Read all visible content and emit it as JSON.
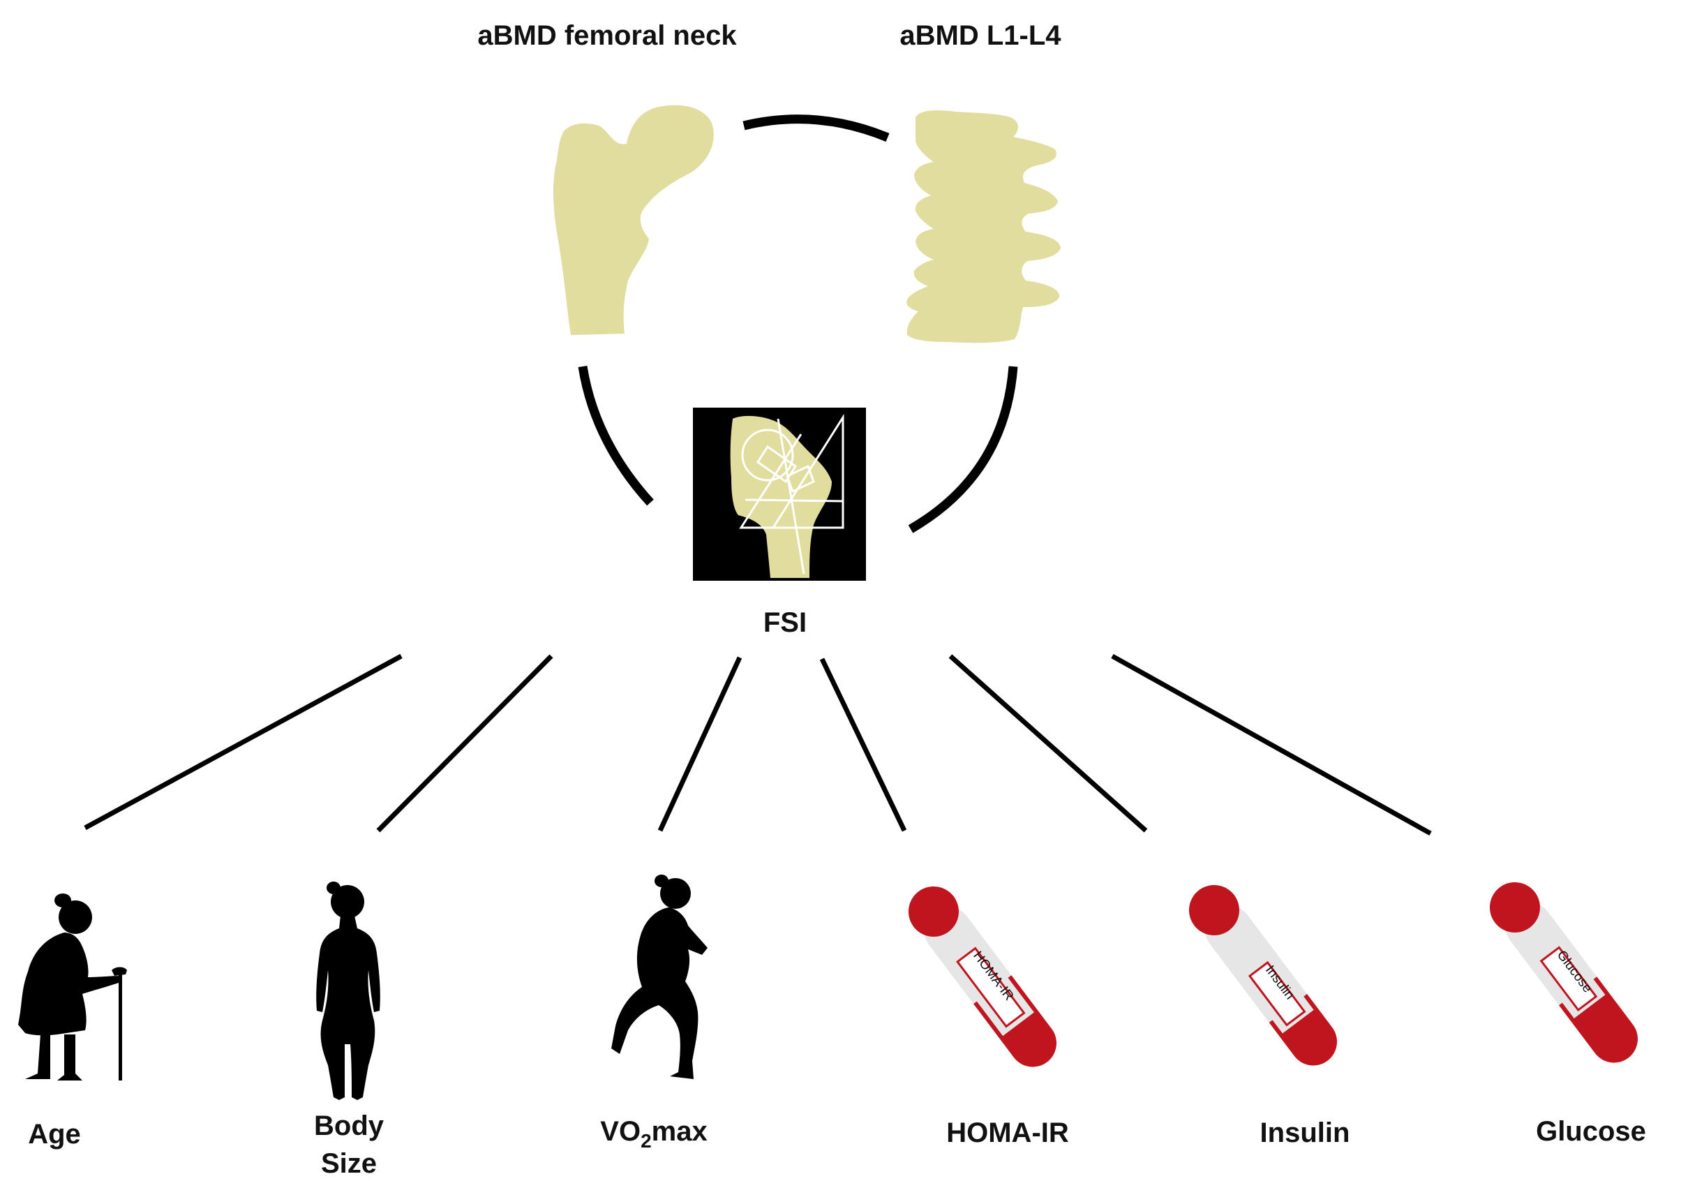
{
  "top_labels": {
    "femoral_neck": "aBMD femoral neck",
    "lumbar": "aBMD L1-L4"
  },
  "center_label": "FSI",
  "factors": {
    "age": "Age",
    "body": "Body",
    "size": "Size",
    "vo2_pre": "VO",
    "vo2_sub": "2",
    "vo2_post": "max",
    "homa": "HOMA-IR",
    "insulin": "Insulin",
    "glucose": "Glucose"
  },
  "tube_labels": {
    "homa": "HOMA-IR",
    "insulin": "Insulin",
    "glucose": "Glucose"
  },
  "colors": {
    "bone": "#e0dd9e",
    "line": "#000000",
    "tube_red": "#c0141e",
    "tube_glass": "#e6e6e6",
    "fsi_background": "#000000",
    "fsi_overlay": "#ffffff",
    "silhouette": "#000000"
  },
  "icons": {
    "femur": "femur-bone-icon",
    "spine": "lumbar-spine-icon",
    "fsi": "hip-geometry-icon",
    "age": "elderly-person-with-cane-icon",
    "body": "standing-woman-icon",
    "vo2": "running-woman-icon",
    "tube": "blood-sample-tube-icon"
  }
}
